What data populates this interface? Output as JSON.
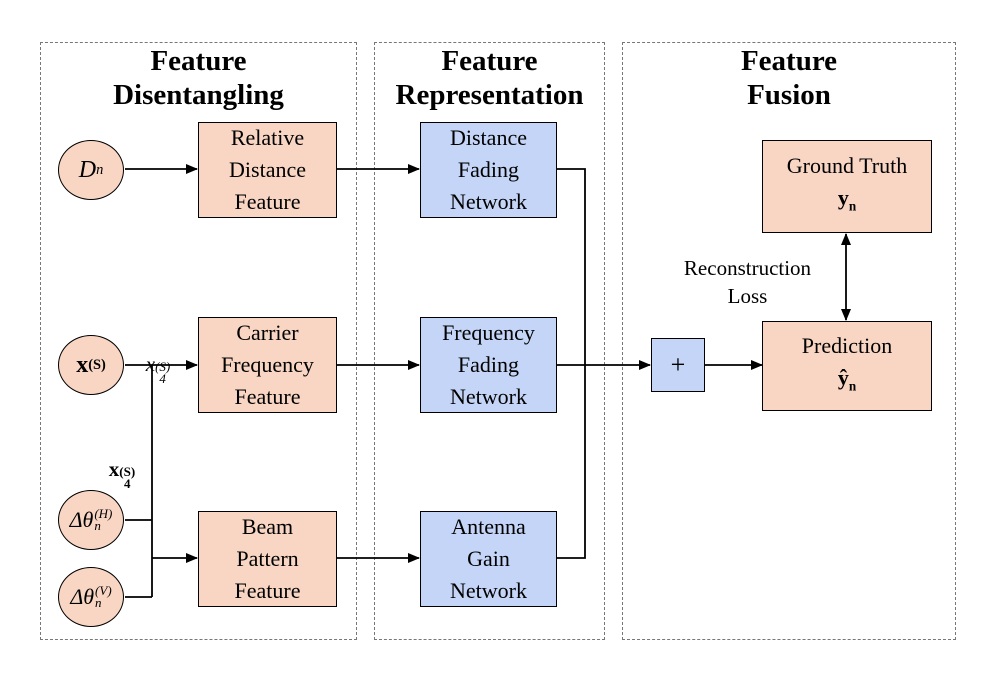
{
  "panels": {
    "disentangling": "Feature\nDisentangling",
    "representation": "Feature\nRepresentation",
    "fusion": "Feature\nFusion"
  },
  "inputs": {
    "d_base": "D",
    "d_sub": "n",
    "x_base": "x",
    "x_sup": "(S)",
    "theta_h_base": "Δθ",
    "theta_h_sub": "n",
    "theta_h_sup": "(H)",
    "theta_v_base": "Δθ",
    "theta_v_sub": "n",
    "theta_v_sup": "(V)"
  },
  "features": {
    "relative_distance": "Relative\nDistance\nFeature",
    "carrier_frequency": "Carrier\nFrequency\nFeature",
    "beam_pattern": "Beam\nPattern\nFeature"
  },
  "networks": {
    "distance_fading": "Distance\nFading\nNetwork",
    "frequency_fading": "Frequency\nFading\nNetwork",
    "antenna_gain": "Antenna\nGain\nNetwork"
  },
  "fusion": {
    "plus": "+",
    "ground_truth": "Ground Truth",
    "ground_truth_sym": "y",
    "ground_truth_sub": "n",
    "prediction": "Prediction",
    "prediction_sym": "ŷ",
    "prediction_sub": "n",
    "loss": "Reconstruction\nLoss"
  },
  "edge_labels": {
    "x4_italic_base": "x",
    "x4_italic_sub": "4",
    "x4_italic_sup": "(S)",
    "x4_bold_base": "x",
    "x4_bold_sub": "4",
    "x4_bold_sup": "(S)"
  }
}
